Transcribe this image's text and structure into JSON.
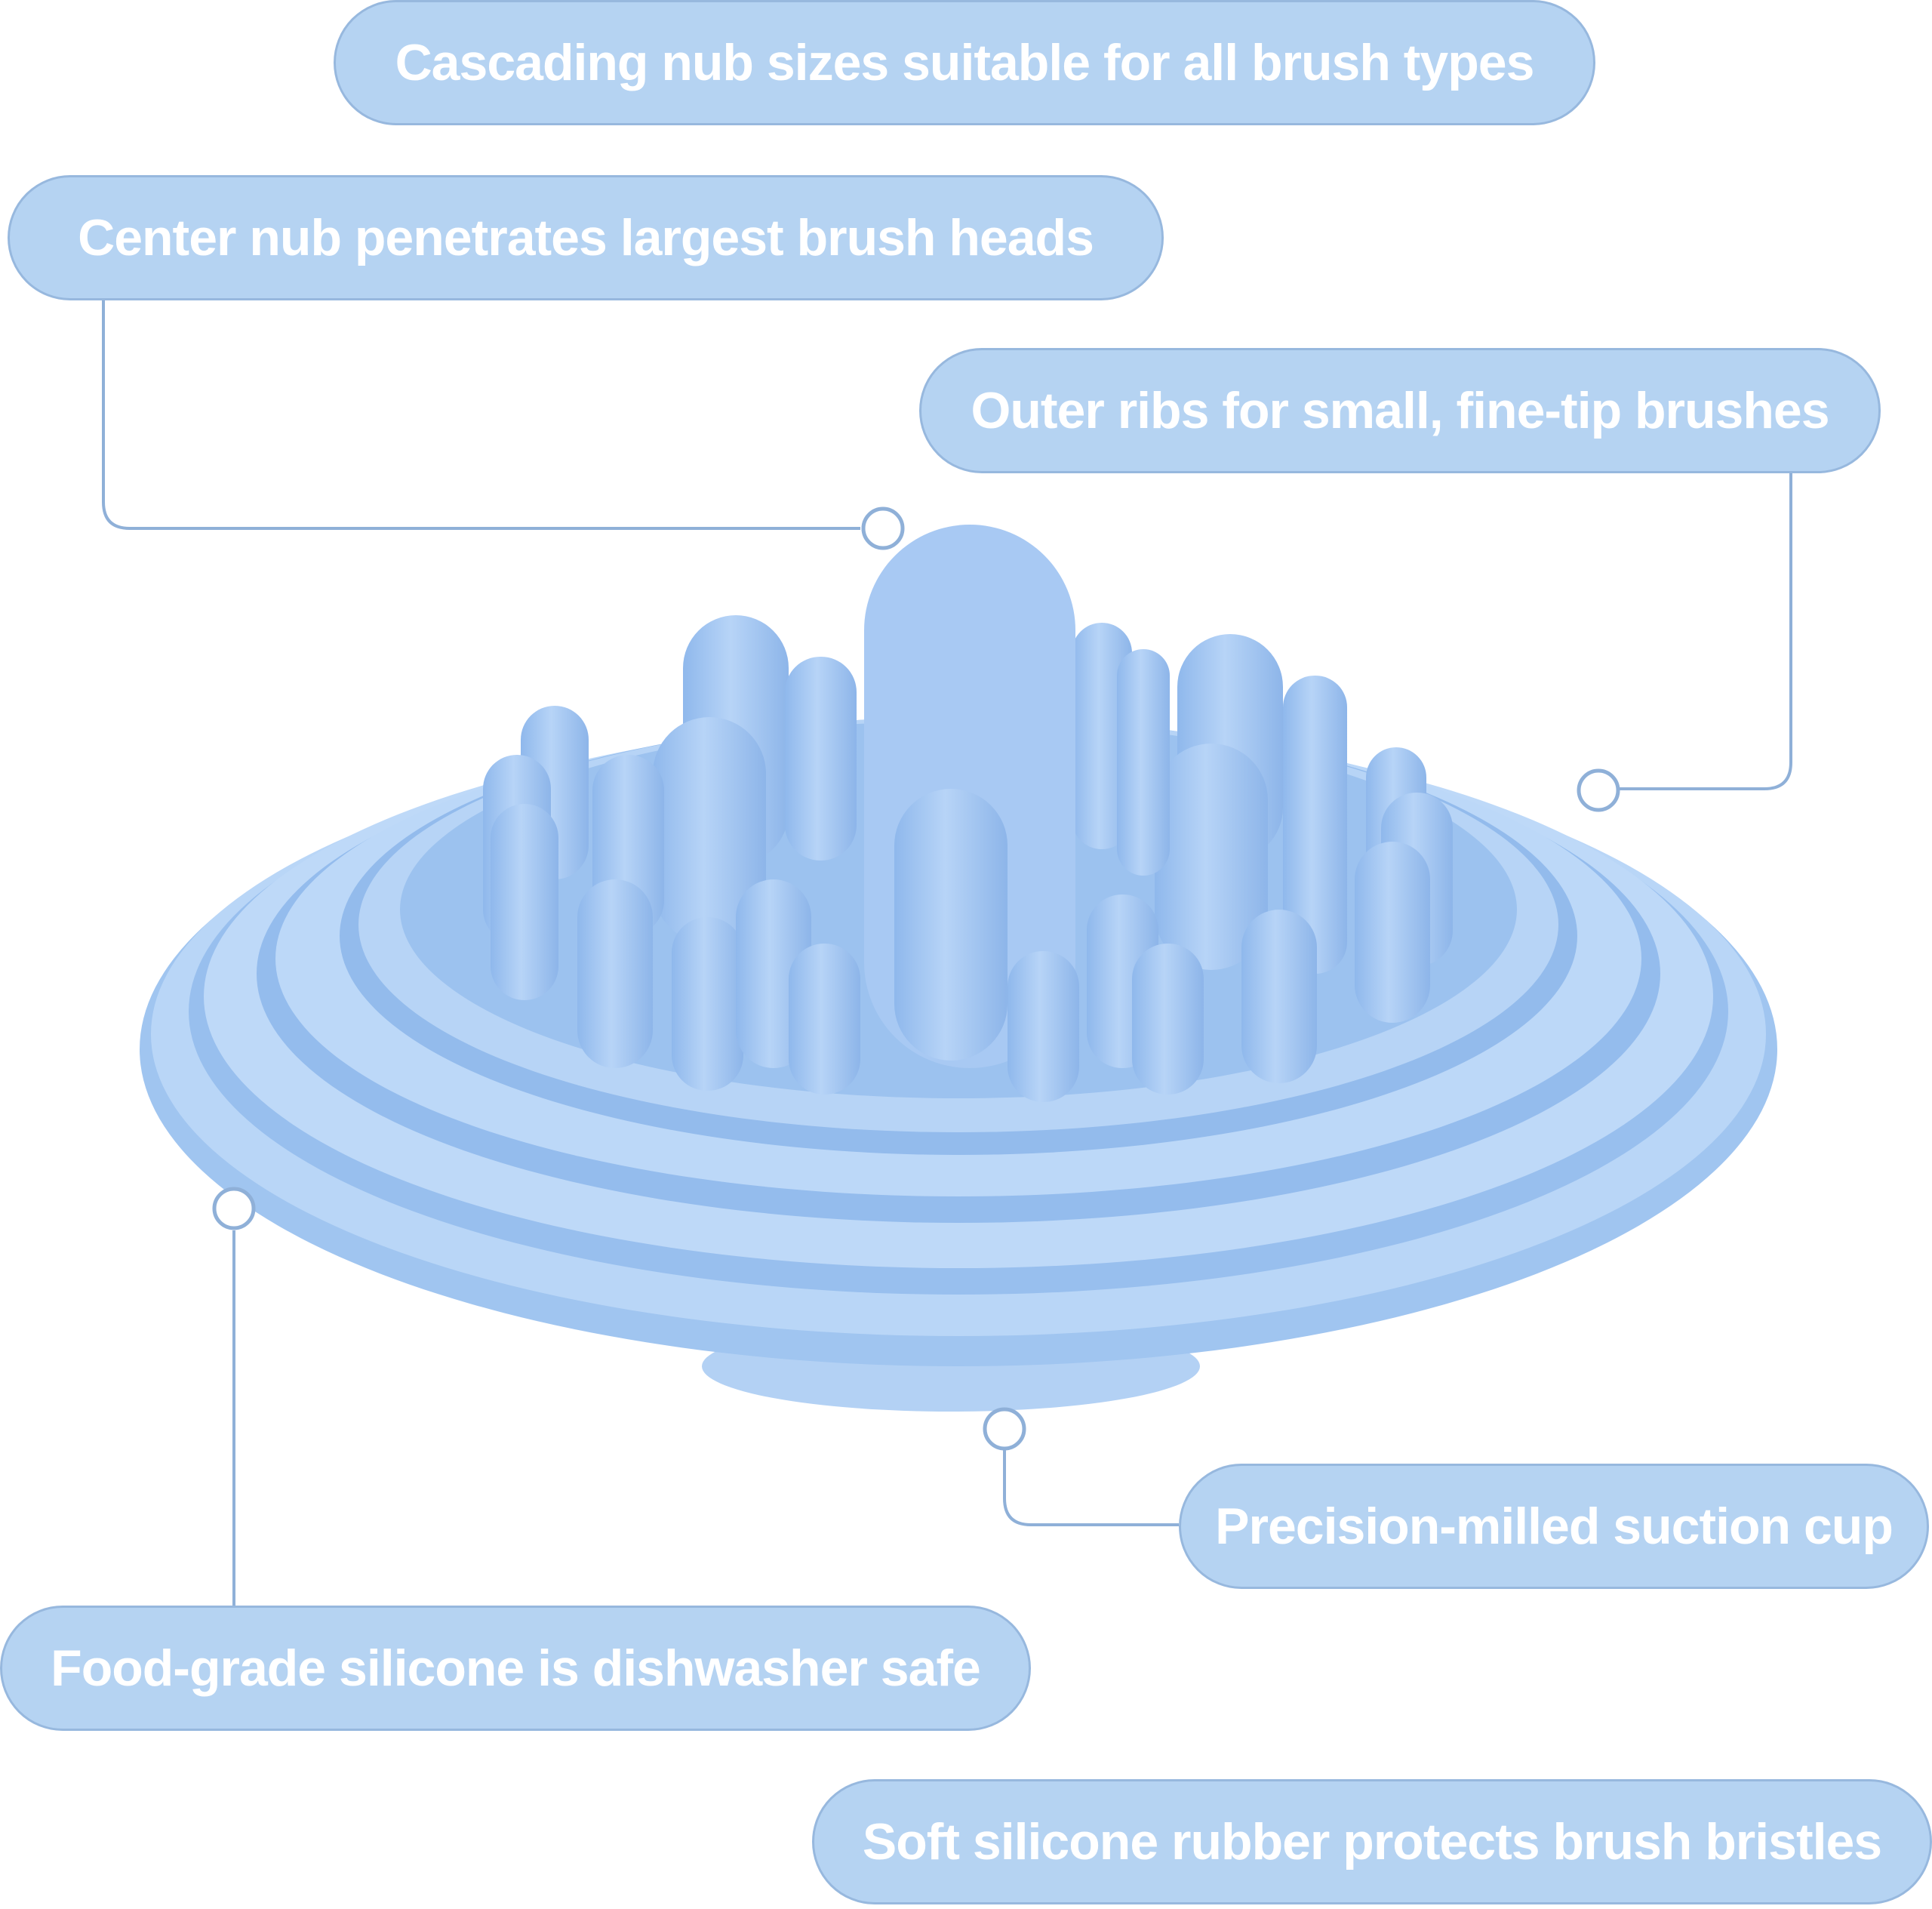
{
  "callouts": {
    "cascading_nubs": "Cascading nub sizes suitable for all brush types",
    "center_nub": "Center nub penetrates largest brush heads",
    "outer_ribs": "Outer ribs for small, fine-tip brushes",
    "suction_cup": "Precision-milled suction cup",
    "food_grade": "Food-grade silicone is dishwasher safe",
    "soft_silicone": "Soft silicone rubber protects brush bristles"
  },
  "colors": {
    "pill_fill": "#b5d3f2",
    "pill_border": "#97b8de",
    "text": "#ffffff",
    "leader_line": "#8fb0d8",
    "silicone": "#a9ccf5"
  }
}
